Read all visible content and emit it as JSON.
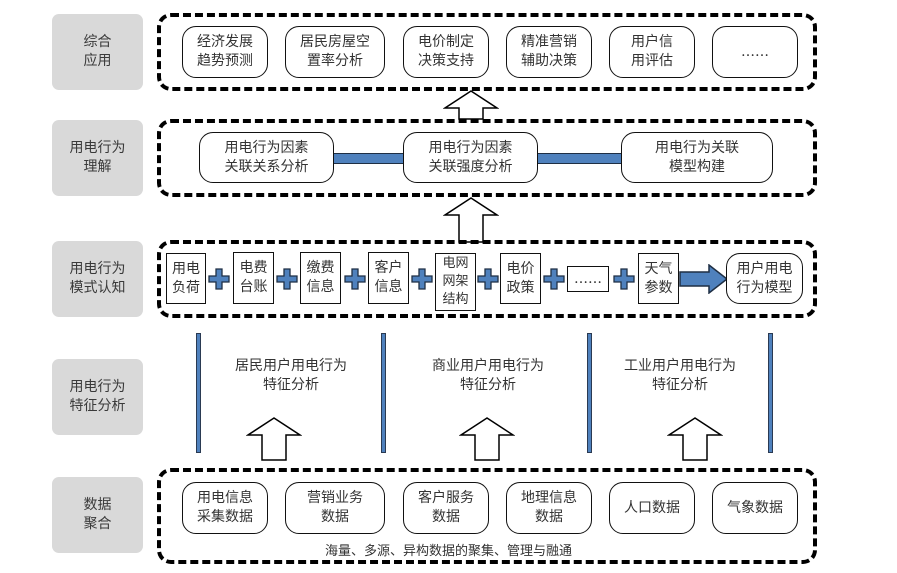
{
  "colors": {
    "accent_blue": "#4f81bd",
    "label_gray": "#d9d9d9",
    "dash_border": "#000000"
  },
  "layers": [
    {
      "label": "综合\n应用",
      "items": [
        "经济发展\n趋势预测",
        "居民房屋空\n置率分析",
        "电价制定\n决策支持",
        "精准营销\n辅助决策",
        "用户信\n用评估",
        "……"
      ]
    },
    {
      "label": "用电行为\n理解",
      "items": [
        "用电行为因素\n关联关系分析",
        "用电行为因素\n关联强度分析",
        "用电行为关联\n模型构建"
      ]
    },
    {
      "label": "用电行为\n模式认知",
      "items": [
        "用电\n负荷",
        "电费\n台账",
        "缴费\n信息",
        "客户\n信息",
        "电网\n网架\n结构",
        "电价\n政策",
        "……",
        "天气\n参数"
      ],
      "result": "用户用电\n行为模型",
      "operator_icon": "plus-icon",
      "result_icon": "right-arrow-icon"
    },
    {
      "label": "用电行为\n特征分析",
      "items": [
        "居民用户用电行为\n特征分析",
        "商业用户用电行为\n特征分析",
        "工业用户用电行为\n特征分析"
      ]
    },
    {
      "label": "数据\n聚合",
      "items": [
        "用电信息\n采集数据",
        "营销业务\n数据",
        "客户服务\n数据",
        "地理信息\n数据",
        "人口数据",
        "气象数据"
      ],
      "caption": "海量、多源、异构数据的聚集、管理与融通"
    }
  ]
}
